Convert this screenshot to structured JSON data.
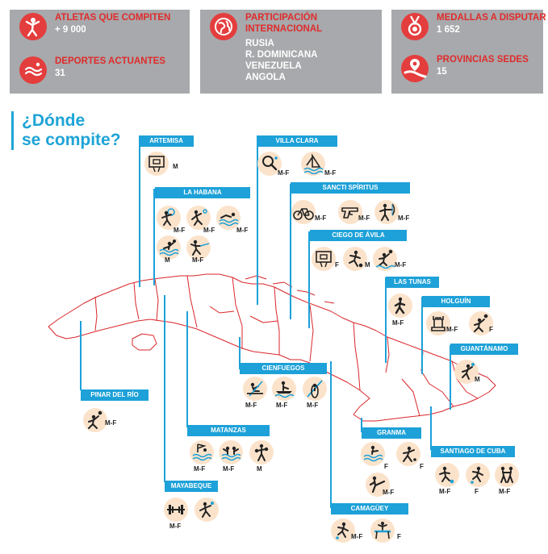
{
  "stats": {
    "athletes": {
      "label": "ATLETAS QUE COMPITEN",
      "value": "+ 9 000",
      "icon": "runner-finish-icon"
    },
    "sports": {
      "label": "DEPORTES ACTUANTES",
      "value": "31",
      "icon": "swimming-wave-icon"
    },
    "participation": {
      "label_line1": "PARTICIPACIÓN",
      "label_line2": "INTERNACIONAL",
      "countries": [
        "RUSIA",
        "R. DOMINICANA",
        "VENEZUELA",
        "ANGOLA"
      ],
      "icon": "globe-icon"
    },
    "medals": {
      "label": "MEDALLAS A DISPUTAR",
      "value": "1 652",
      "icon": "medal-icon"
    },
    "provinces": {
      "label": "PROVINCIAS SEDES",
      "value": "15",
      "icon": "map-pin-cuba-icon"
    }
  },
  "question": {
    "line1": "¿Dónde",
    "line2": "se compite?"
  },
  "provinces": {
    "artemisa": {
      "name": "ARTEMISA",
      "sports": [
        {
          "icon": "basketball-hoop-icon",
          "gender": "M"
        }
      ]
    },
    "la_habana": {
      "name": "LA HABANA",
      "sports": [
        {
          "icon": "tennis-icon",
          "gender": "M-F"
        },
        {
          "icon": "badminton-icon",
          "gender": "M-F"
        },
        {
          "icon": "swimming-icon",
          "gender": "M-F"
        },
        {
          "icon": "water-polo-icon",
          "gender": "M"
        },
        {
          "icon": "fencing-icon",
          "gender": "M-F"
        }
      ]
    },
    "villa_clara": {
      "name": "VILLA CLARA",
      "sports": [
        {
          "icon": "table-tennis-icon",
          "gender": "M-F"
        },
        {
          "icon": "sailing-icon",
          "gender": "M-F"
        }
      ]
    },
    "sancti_spiritus": {
      "name": "SANCTI SPÍRITUS",
      "sports": [
        {
          "icon": "cycling-icon",
          "gender": "M-F"
        },
        {
          "icon": "shooting-icon",
          "gender": "M-F"
        },
        {
          "icon": "archery-icon",
          "gender": "M-F"
        }
      ]
    },
    "ciego_de_avila": {
      "name": "CIEGO DE ÁVILA",
      "sports": [
        {
          "icon": "basketball-hoop-icon",
          "gender": "F"
        },
        {
          "icon": "soccer-icon",
          "gender": "M"
        },
        {
          "icon": "beach-volleyball-icon",
          "gender": "M-F"
        }
      ]
    },
    "las_tunas": {
      "name": "LAS TUNAS",
      "sports": [
        {
          "icon": "judo-icon",
          "gender": "M-F"
        }
      ]
    },
    "holguin": {
      "name": "HOLGUÍN",
      "sports": [
        {
          "icon": "chess-icon",
          "gender": "M-F"
        },
        {
          "icon": "volleyball-icon",
          "gender": "F"
        }
      ]
    },
    "guantanamo": {
      "name": "GUANTÁNAMO",
      "sports": [
        {
          "icon": "handball-icon",
          "gender": "M"
        }
      ]
    },
    "pinar_del_rio": {
      "name": "PINAR DEL RÍO",
      "sports": [
        {
          "icon": "volleyball-icon",
          "gender": "M-F"
        }
      ]
    },
    "cienfuegos": {
      "name": "CIENFUEGOS",
      "sports": [
        {
          "icon": "rowing-icon",
          "gender": "M-F"
        },
        {
          "icon": "canoe-icon",
          "gender": "M-F"
        },
        {
          "icon": "kayak-icon",
          "gender": "M-F"
        }
      ]
    },
    "matanzas": {
      "name": "MATANZAS",
      "sports": [
        {
          "icon": "triathlon-icon",
          "gender": "M-F"
        },
        {
          "icon": "synchronized-swimming-icon",
          "gender": "M-F"
        },
        {
          "icon": "boxing-icon",
          "gender": "M"
        }
      ]
    },
    "mayabeque": {
      "name": "MAYABEQUE",
      "sports": [
        {
          "icon": "weightlifting-icon",
          "gender": "M-F"
        },
        {
          "icon": "softball-icon",
          "gender": ""
        }
      ]
    },
    "granma": {
      "name": "GRANMA",
      "sports": [
        {
          "icon": "water-ski-icon",
          "gender": "F"
        },
        {
          "icon": "baseball-icon",
          "gender": "F"
        },
        {
          "icon": "taekwondo-icon",
          "gender": "M-F"
        }
      ]
    },
    "santiago_de_cuba": {
      "name": "SANTIAGO DE CUBA",
      "sports": [
        {
          "icon": "football-icon",
          "gender": "M-F"
        },
        {
          "icon": "athletics-icon",
          "gender": "F"
        },
        {
          "icon": "wrestling-icon",
          "gender": "M-F"
        }
      ]
    },
    "camaguey": {
      "name": "CAMAGÜEY",
      "sports": [
        {
          "icon": "athletics-icon",
          "gender": "M-F"
        },
        {
          "icon": "gymnastics-icon",
          "gender": "F"
        }
      ]
    }
  },
  "colors": {
    "accent_red": "#e02b2b",
    "accent_blue": "#1da1d8",
    "panel_gray": "#a7a9ac",
    "icon_bg": "#fbe3cb",
    "map_line": "#d9262a"
  }
}
